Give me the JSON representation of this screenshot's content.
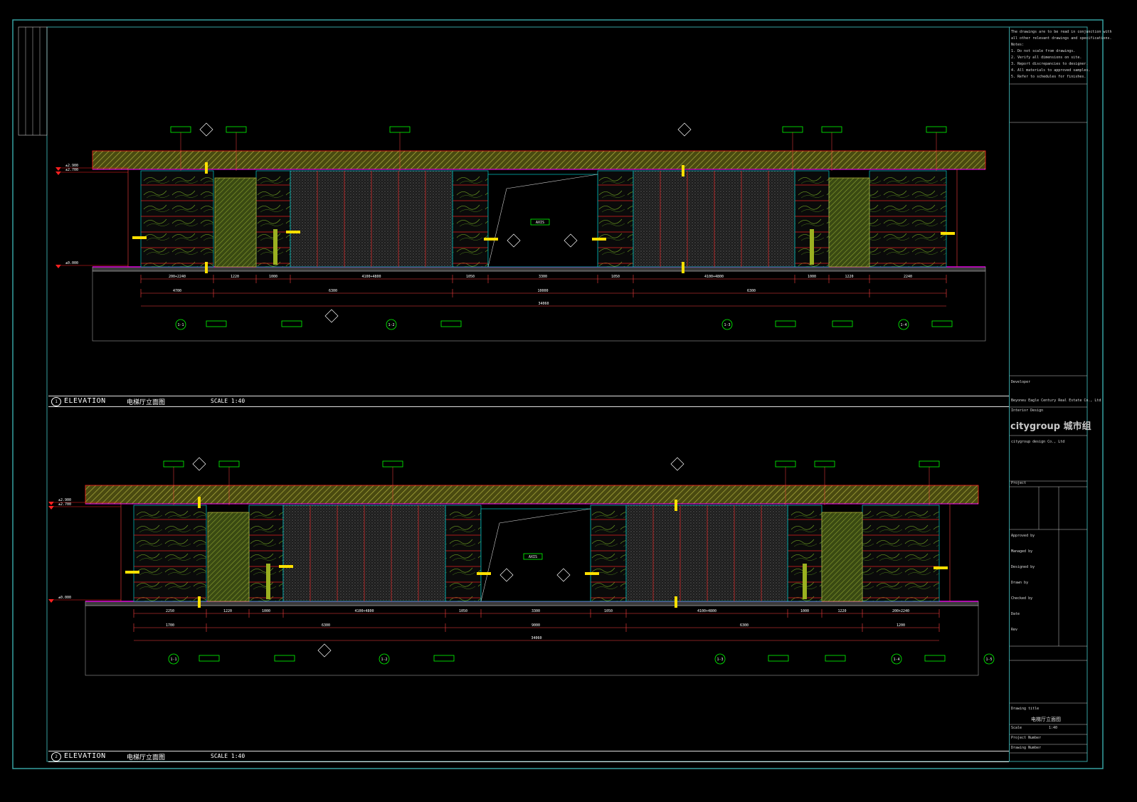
{
  "colors": {
    "background": "#000000",
    "frame": "#36a0a0",
    "ceiling_hatch": "#9a9a3a",
    "wall_lines": "#e02020",
    "panel_edges": "#00c8c8",
    "dimension": "#ff4040",
    "tag_border": "#00ff00",
    "level_marker": "#ff2020",
    "highlight": "#ffe000",
    "floor_line": "#ff00ff"
  },
  "elevations": [
    {
      "title_en": "ELEVATION",
      "title_cn": "电梯厅立面图",
      "scale": "SCALE  1:40",
      "levels": [
        "±2.900",
        "±2.700",
        "±0.000"
      ],
      "dims_row1": [
        "200+2240",
        "1220",
        "1000",
        "4100+4800",
        "1050",
        "3300",
        "1050",
        "4100+4800",
        "1000",
        "1220",
        "2240"
      ],
      "dims_row2": [
        "4700",
        "6300",
        "10000",
        "6300"
      ],
      "dims_total": "34060",
      "grid_tags": [
        "1-1",
        "1-2",
        "1-3",
        "1-4"
      ],
      "center_tag": "AXIS"
    },
    {
      "title_en": "ELEVATION",
      "title_cn": "电梯厅立面图",
      "scale": "SCALE  1:40",
      "levels": [
        "±2.900",
        "±2.700",
        "±0.000"
      ],
      "dims_row1": [
        "2250",
        "1220",
        "1000",
        "4100+4800",
        "1050",
        "3300",
        "1050",
        "4100+4800",
        "1000",
        "1220",
        "200+2240"
      ],
      "dims_row2": [
        "1700",
        "6300",
        "9000",
        "6300",
        "1200"
      ],
      "dims_total": "34060",
      "grid_tags": [
        "1-1",
        "1-2",
        "1-3",
        "1-4",
        "1-5"
      ],
      "center_tag": "AXIS"
    }
  ],
  "title_block": {
    "notes": [
      "The drawings are to be read in conjunction with",
      "all other relevant drawings and specifications.",
      "Notes:",
      "1. Do not scale from drawings.",
      "2. Verify all dimensions on site.",
      "3. Report discrepancies to designer.",
      "4. All materials to approved samples.",
      "5. Refer to schedules for finishes."
    ],
    "developer_label": "Developer",
    "developer_name": "Beyoneu Eagle Century Real Estate Co., Ltd",
    "interior_label": "Interior Design",
    "logo_text": "citygroup 城市组",
    "company": "citygroup design Co., Ltd",
    "project_label": "Project",
    "drawing_title_label": "Drawing title",
    "drawing_title": "电梯厅立面图",
    "scale_label": "Scale",
    "scale_value": "1:40",
    "project_number_label": "Project Number",
    "drawing_number_label": "Drawing Number",
    "rows": [
      "Approved by",
      "Managed by",
      "Designed by",
      "Drawn by",
      "Checked by",
      "Date",
      "Rev"
    ]
  }
}
